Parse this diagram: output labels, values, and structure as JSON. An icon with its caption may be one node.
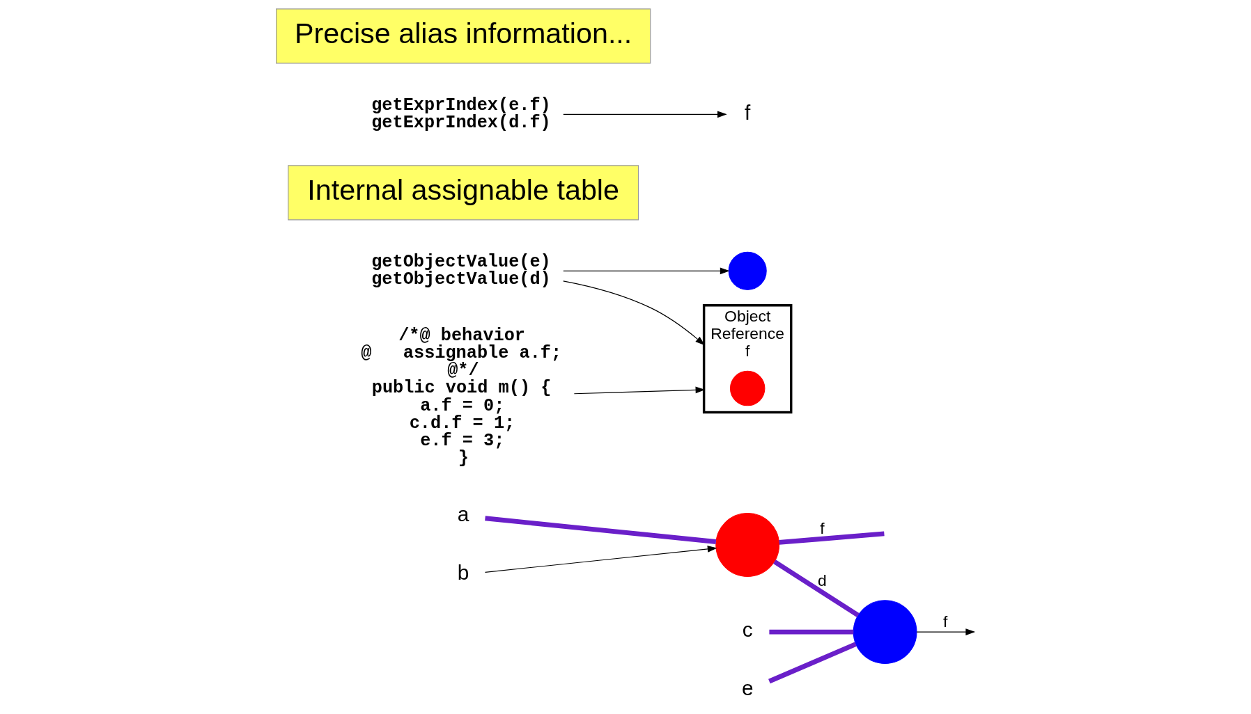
{
  "diagram": {
    "nodes": [
      {
        "text": [
          "a"
        ]
      },
      {
        "text": [
          "b"
        ]
      },
      {
        "text": [
          "c"
        ]
      },
      {
        "text": [
          "e"
        ]
      },
      {
        "text": [],
        "shape": "circle"
      },
      {
        "text": [],
        "shape": "circle"
      },
      {
        "text": [
          "Object",
          "Reference",
          "f"
        ]
      },
      {
        "text": [],
        "shape": "circle",
        "in": 6
      },
      {
        "text": [
          "Internal assignable table"
        ]
      },
      {
        "text": [
          "getObjectValue(e)",
          "getObjectValue(d)"
        ]
      },
      {
        "text": [],
        "shape": "circle"
      },
      {
        "text": [
          "getExprIndex(e.f)",
          "getExprIndex(d.f)"
        ]
      },
      {
        "text": [
          "f"
        ]
      },
      {
        "text": [
          "/*@ behavior",
          "@   assignable a.f;",
          "@*/",
          "public void m() {",
          "a.f = 0;",
          "c.d.f = 1;",
          "e.f = 3;",
          "}"
        ]
      },
      {
        "text": [
          "Precise alias information..."
        ]
      }
    ],
    "edges": [
      {
        "from": 0,
        "to": 4,
        "arrow": "none",
        "style": "thick",
        "color": "#6a1fc9"
      },
      {
        "from": 1,
        "to": 4,
        "arrow": "to"
      },
      {
        "from": 2,
        "to": 5,
        "arrow": "none",
        "style": "thick",
        "color": "#6a1fc9"
      },
      {
        "from": 3,
        "to": 5,
        "arrow": "none",
        "style": "thick",
        "color": "#6a1fc9"
      },
      {
        "from": 4,
        "to": 5,
        "label": "d",
        "arrow": "none",
        "style": "thick",
        "color": "#6a1fc9"
      },
      {
        "from": 4,
        "to": null,
        "label": "f",
        "arrow": "none",
        "style": "thick",
        "color": "#6a1fc9"
      },
      {
        "from": 5,
        "to": null,
        "label": "f",
        "arrow": "to"
      },
      {
        "from": 9,
        "to": 6,
        "arrow": "to"
      },
      {
        "from": 9,
        "to": 10,
        "arrow": "to"
      },
      {
        "from": 11,
        "to": 12,
        "arrow": "to"
      },
      {
        "from": 13,
        "to": 6,
        "arrow": "to"
      }
    ]
  }
}
